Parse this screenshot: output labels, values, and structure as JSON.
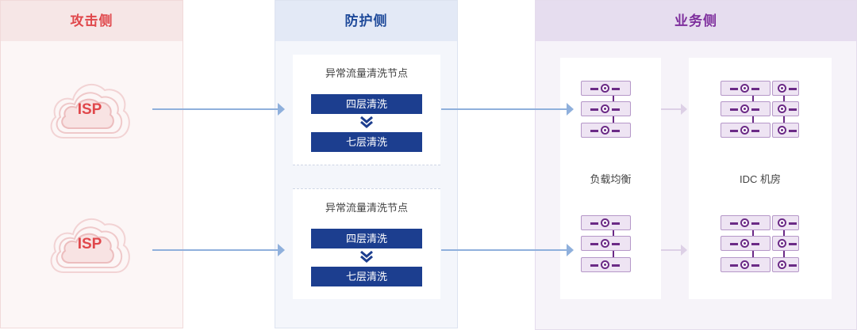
{
  "columns": {
    "attack": {
      "title": "攻击侧"
    },
    "defense": {
      "title": "防护侧"
    },
    "service": {
      "title": "业务侧"
    }
  },
  "isp_nodes": [
    {
      "label": "ISP"
    },
    {
      "label": "ISP"
    }
  ],
  "scrubbing_nodes": [
    {
      "title": "异常流量清洗节点",
      "layers": [
        "四层清洗",
        "七层清洗"
      ]
    },
    {
      "title": "异常流量清洗节点",
      "layers": [
        "四层清洗",
        "七层清洗"
      ]
    }
  ],
  "service_panels": {
    "load_balancer": {
      "label": "负载均衡"
    },
    "idc": {
      "label": "IDC 机房"
    }
  },
  "colors": {
    "attack_accent": "#e0474b",
    "defense_accent": "#1c3e8f",
    "service_accent": "#6b2a86",
    "arrow": "#8fb0dc"
  },
  "icons": [
    "cloud-icon",
    "chevron-down-icon",
    "server-icon",
    "arrow-right-icon"
  ]
}
